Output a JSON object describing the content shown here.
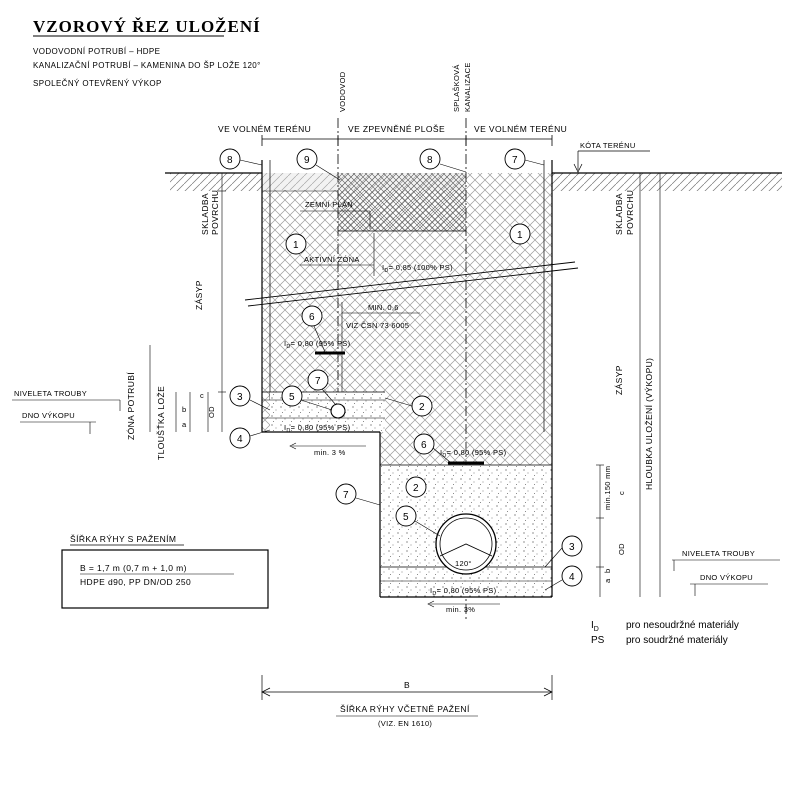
{
  "title": "VZOROVÝ ŘEZ ULOŽENÍ",
  "notes": [
    "VODOVODNÍ POTRUBÍ – HDPE",
    "KANALIZAČNÍ POTRUBÍ – KAMENINA DO ŠP LOŽE 120°",
    "SPOLEČNÝ OTEVŘENÝ VÝKOP"
  ],
  "top_labels": {
    "vodovod": "VODOVOD",
    "splaskova_1": "SPLAŠKOVÁ",
    "splaskova_2": "KANALIZACE",
    "ve_volnem_left": "VE VOLNÉM TERÉNU",
    "ve_zpevnene": "VE ZPEVNĚNÉ PLOŠE",
    "ve_volnem_right": "VE VOLNÉM TERÉNU",
    "kota_terenu": "KÓTA TERÉNU"
  },
  "circles": {
    "c8a": "8",
    "c9": "9",
    "c8b": "8",
    "c7a": "7",
    "c1a": "1",
    "c1b": "1",
    "c6a": "6",
    "c7b": "7",
    "c3a": "3",
    "c5a": "5",
    "c2a": "2",
    "c4a": "4",
    "c6b": "6",
    "c2b": "2",
    "c7c": "7",
    "c5b": "5",
    "c3b": "3",
    "c4b": "4"
  },
  "inner": {
    "zemni_plan": "ZEMNÍ PLÁN",
    "aktivni_zona": "AKTIVNÍ ZÓNA",
    "id_085": "= 0,85 (100% PS)",
    "min_06": "MIN. 0,6",
    "viz_csn": "VIZ ČSN 73 6005",
    "id_080_a": "= 0,80 (95% PS)",
    "id_080_b": "= 0,80 (95% PS)",
    "id_080_c": "= 0,80 (95% PS)",
    "id_080_d": "= 0,80 (95% PS)",
    "id_prefix": "I",
    "id_sub": "D",
    "min_3a": "min. 3 %",
    "min_3b": "min. 3%",
    "deg120": "120°"
  },
  "side_labels": {
    "skladba_left_1": "SKLADBA",
    "skladba_left_2": "POVRCHU",
    "zasyp_left": "ZÁSYP",
    "zona_potrubi": "ZÓNA POTRUBÍ",
    "tloustka_loze": "TLOUŠŤKA LOŽE",
    "c_left": "c",
    "b_left": "b",
    "a_left": "a",
    "od_left": "OD",
    "niveleta_left": "NIVELETA TROUBY",
    "dno_left": "DNO VÝKOPU",
    "skladba_right_1": "SKLADBA",
    "skladba_right_2": "POVRCHU",
    "zasyp_right": "ZÁSYP",
    "hloubka": "HLOUBKA ULOŽENÍ (VÝKOPU)",
    "min150": "min.150 mm",
    "c_right": "c",
    "od_right": "OD",
    "a_right": "a",
    "b_right": "b",
    "niveleta_right": "NIVELETA TROUBY",
    "dno_right": "DNO VÝKOPU"
  },
  "width_box": {
    "heading": "ŠÍŘKA RÝHY S PAŽENÍM",
    "line1": "B = 1,7 m (0,7 m + 1,0 m)",
    "line2": "HDPE d90, PP DN/OD 250"
  },
  "legend": {
    "i_symbol": "I",
    "i_sub": "D",
    "i_text": "pro nesoudržné materiály",
    "ps_symbol": "PS",
    "ps_text": "pro soudržné materiály"
  },
  "bottom": {
    "b": "B",
    "sirka": "ŠÍŘKA RÝHY VČETNĚ PAŽENÍ",
    "viz": "(VIZ. EN 1610)"
  },
  "colors": {
    "line": "#000000",
    "hatch": "#777777",
    "fill": "#ffffff"
  }
}
